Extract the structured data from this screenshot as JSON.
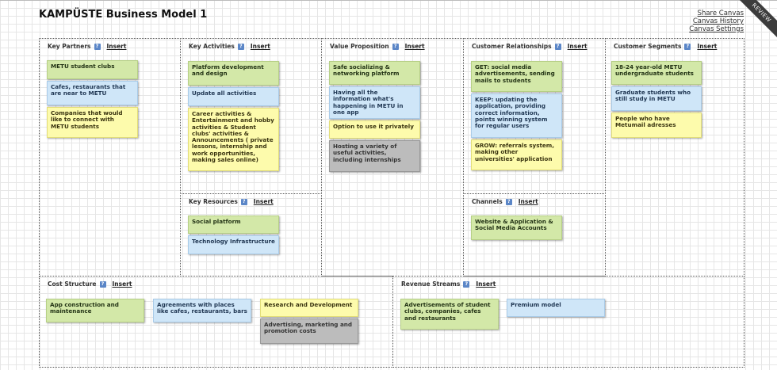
{
  "title": "KAMPÜSTE Business Model 1",
  "links": {
    "share": "Share Canvas",
    "history": "Canvas History",
    "settings": "Canvas Settings"
  },
  "ribbon": "REVIEW",
  "insert_label": "Insert",
  "help_glyph": "?",
  "sections": {
    "key_partners": {
      "title": "Key Partners",
      "notes": [
        {
          "text": "METU student clubs",
          "color": "green"
        },
        {
          "text": "Cafes, restaurants that are near to METU",
          "color": "blue"
        },
        {
          "text": "Companies that would like to connect with METU students",
          "color": "yellow"
        }
      ]
    },
    "key_activities": {
      "title": "Key Activities",
      "notes": [
        {
          "text": "Platform development and design",
          "color": "green"
        },
        {
          "text": "Update all activities",
          "color": "blue"
        },
        {
          "text": "Career activities & Entertainment and hobby activities & Student clubs' activities & Announcements ( private lessons, internship and work opportunities, making sales online)",
          "color": "yellow"
        }
      ]
    },
    "key_resources": {
      "title": "Key Resources",
      "notes": [
        {
          "text": "Social platform",
          "color": "green"
        },
        {
          "text": "Technology Infrastructure",
          "color": "blue"
        }
      ]
    },
    "value_proposition": {
      "title": "Value Proposition",
      "notes": [
        {
          "text": "Safe socializing & networking platform",
          "color": "green"
        },
        {
          "text": "Having all the information what's happening in METU in one app",
          "color": "blue"
        },
        {
          "text": "Option to use it privately",
          "color": "yellow"
        },
        {
          "text": "Hosting a variety of useful activities, including internships",
          "color": "gray"
        }
      ]
    },
    "customer_relationships": {
      "title": "Customer Relationships",
      "notes": [
        {
          "text": "GET: social media advertisements, sending mails to students",
          "color": "green"
        },
        {
          "text": "KEEP: updating the application, providing correct information, points winning system for regular users",
          "color": "blue"
        },
        {
          "text": "GROW: referrals system, making other universities' application",
          "color": "yellow"
        }
      ]
    },
    "channels": {
      "title": "Channels",
      "notes": [
        {
          "text": "Website & Application & Social Media Accounts",
          "color": "green"
        }
      ]
    },
    "customer_segments": {
      "title": "Customer Segments",
      "notes": [
        {
          "text": "18-24 year-old METU undergraduate students",
          "color": "green"
        },
        {
          "text": "Graduate students who still study in METU",
          "color": "blue"
        },
        {
          "text": "People who have Metumail adresses",
          "color": "yellow"
        }
      ]
    },
    "cost_structure": {
      "title": "Cost Structure",
      "notes": [
        {
          "text": "App construction and maintenance",
          "color": "green"
        },
        {
          "text": "Agreements with places like cafes, restaurants, bars",
          "color": "blue"
        },
        {
          "text": "Research and Development",
          "color": "yellow"
        },
        {
          "text": "Advertising, marketing and promotion costs",
          "color": "gray"
        }
      ]
    },
    "revenue_streams": {
      "title": "Revenue Streams",
      "notes": [
        {
          "text": "Advertisements of student clubs, companies, cafes and restaurants",
          "color": "green"
        },
        {
          "text": "Premium model",
          "color": "blue"
        }
      ]
    }
  }
}
